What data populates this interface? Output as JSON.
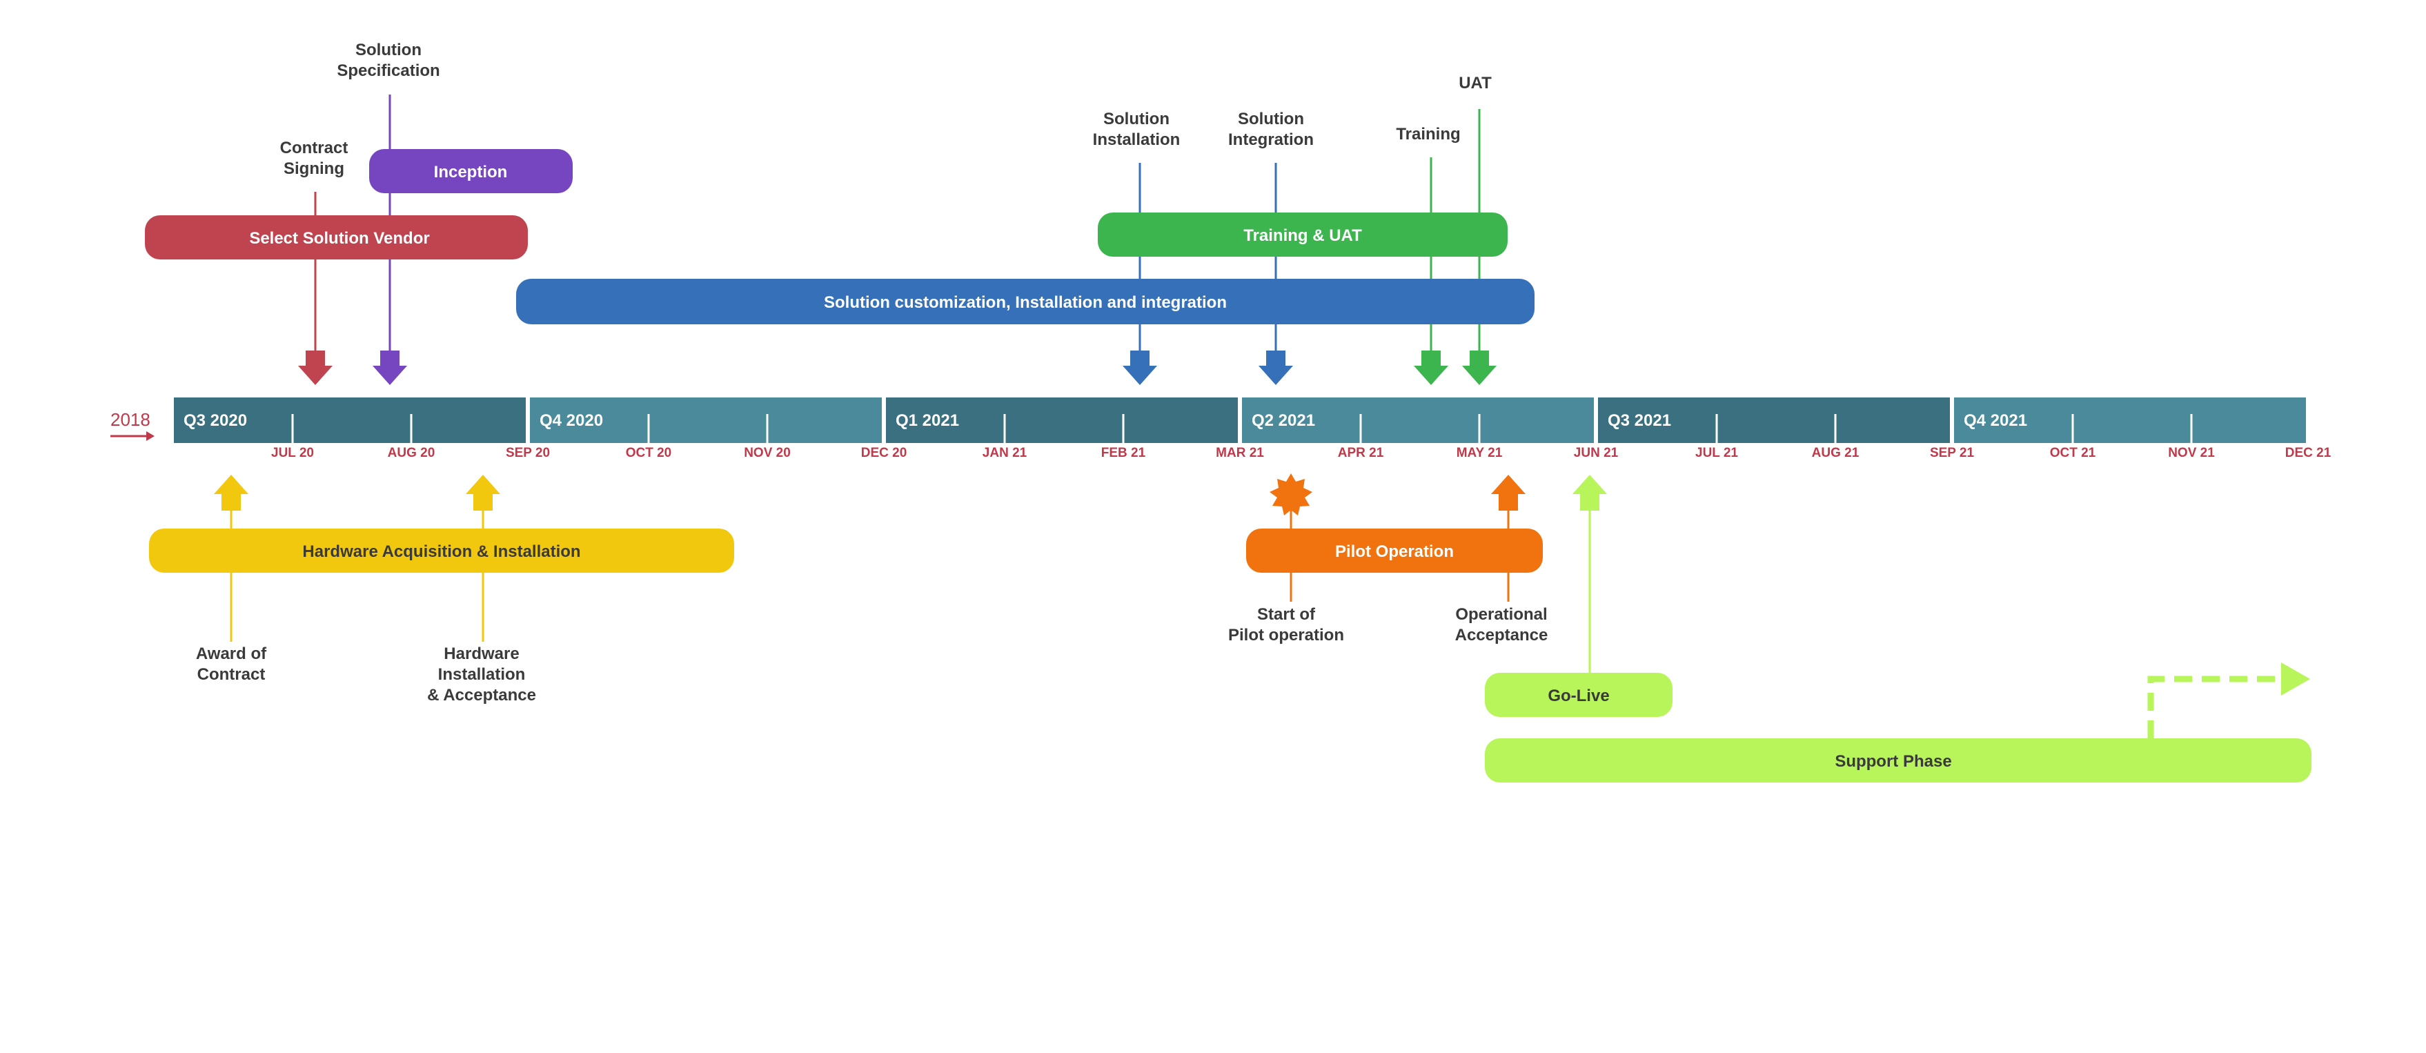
{
  "start_label": "2018",
  "colors": {
    "timeline_dark": "#3a7080",
    "timeline_light": "#4a8a9a",
    "month_label": "#c0394b",
    "vendor": "#c0444f",
    "inception": "#7546c0",
    "installation": "#3570b8",
    "training": "#3cb54f",
    "hardware": "#f2c80f",
    "pilot": "#f07310",
    "golive": "#b8f55a",
    "text_dark": "#3a3a3a"
  },
  "timeline": {
    "quarters": [
      {
        "label": "Q3  2020"
      },
      {
        "label": "Q4  2020"
      },
      {
        "label": "Q1  2021"
      },
      {
        "label": "Q2  2021"
      },
      {
        "label": "Q3  2021"
      },
      {
        "label": "Q4  2021"
      }
    ],
    "months": [
      "JUL 20",
      "AUG 20",
      "SEP 20",
      "OCT 20",
      "NOV 20",
      "DEC 20",
      "JAN 21",
      "FEB 21",
      "MAR 21",
      "APR 21",
      "MAY 21",
      "JUN 21",
      "JUL 21",
      "AUG 21",
      "SEP 21",
      "OCT 21",
      "NOV 21",
      "DEC 21"
    ]
  },
  "bars": {
    "vendor": "Select Solution Vendor",
    "inception": "Inception",
    "training_uat": "Training & UAT",
    "customization": "Solution customization, Installation and integration",
    "hardware": "Hardware Acquisition & Installation",
    "pilot": "Pilot Operation",
    "golive": "Go-Live",
    "support": "Support Phase"
  },
  "milestones": {
    "contract_signing": [
      "Contract",
      "Signing"
    ],
    "solution_spec": [
      "Solution",
      "Specification"
    ],
    "solution_installation": [
      "Solution",
      "Installation"
    ],
    "solution_integration": [
      "Solution",
      "Integration"
    ],
    "training": [
      "Training"
    ],
    "uat": [
      "UAT"
    ],
    "award_contract": [
      "Award of",
      "Contract"
    ],
    "hw_installation": [
      "Hardware",
      "Installation",
      "& Acceptance"
    ],
    "start_pilot": [
      "Start of",
      "Pilot operation"
    ],
    "operational_acceptance": [
      "Operational",
      "Acceptance"
    ]
  }
}
